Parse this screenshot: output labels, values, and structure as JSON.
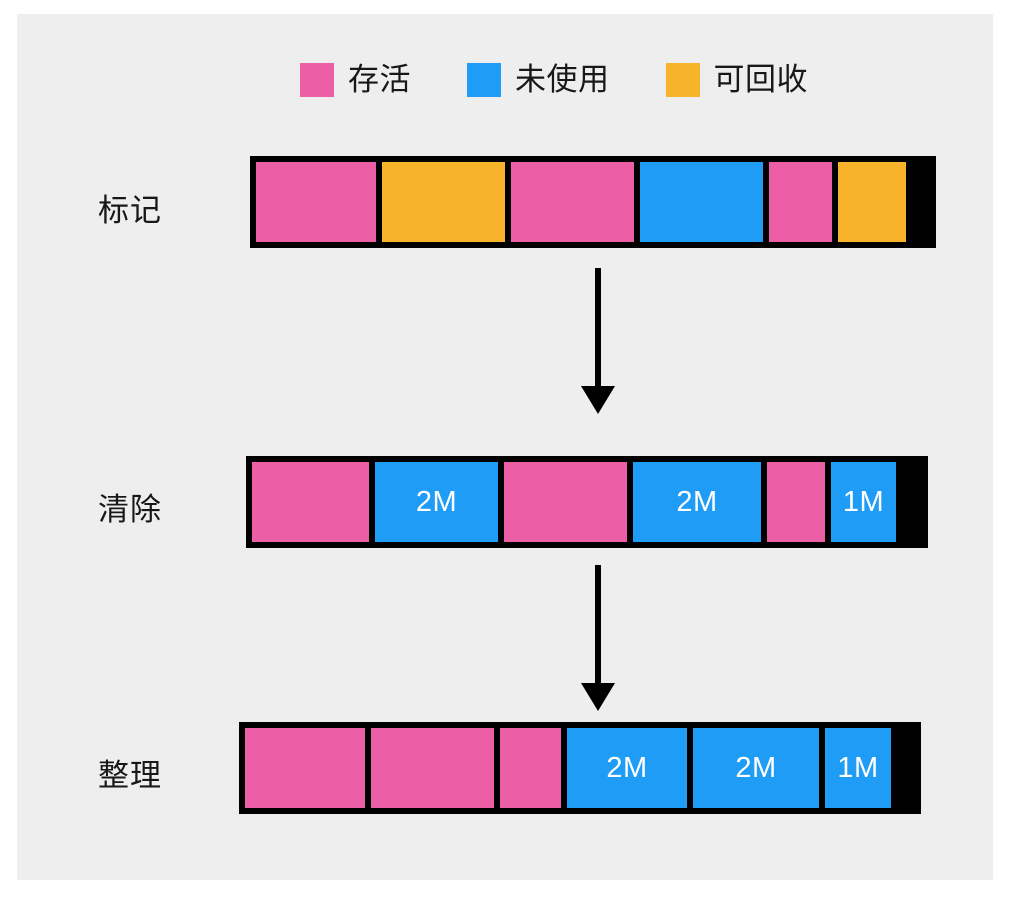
{
  "diagram": {
    "title": "GC Mark-Sweep-Compact Memory Diagram",
    "background_color": "#eeeeee",
    "border_color": "#000000"
  },
  "colors": {
    "live": "#ec5ea5",
    "unused": "#1f9cf5",
    "garbage": "#f7b42b",
    "border": "#000000",
    "panel": "#eeeeee",
    "text": "#17181a",
    "cell_text": "#ffffff"
  },
  "legend": {
    "items": [
      {
        "label": "存活",
        "color_key": "live",
        "color": "#ec5ea5",
        "swatch": "legend-swatch-live"
      },
      {
        "label": "未使用",
        "color_key": "unused",
        "color": "#1f9cf5",
        "swatch": "legend-swatch-unused"
      },
      {
        "label": "可回收",
        "color_key": "garbage",
        "color": "#f7b42b",
        "swatch": "legend-swatch-garbage"
      }
    ]
  },
  "rows": [
    {
      "label": "标记",
      "stage": "mark",
      "cells": [
        {
          "type": "live",
          "color": "#ec5ea5",
          "text": "",
          "width": 126
        },
        {
          "type": "garbage",
          "color": "#f7b42b",
          "text": "",
          "width": 129
        },
        {
          "type": "live",
          "color": "#ec5ea5",
          "text": "",
          "width": 129
        },
        {
          "type": "unused",
          "color": "#1f9cf5",
          "text": "",
          "width": 129
        },
        {
          "type": "live",
          "color": "#ec5ea5",
          "text": "",
          "width": 69
        },
        {
          "type": "garbage",
          "color": "#f7b42b",
          "text": "",
          "width": 67
        }
      ]
    },
    {
      "label": "清除",
      "stage": "sweep",
      "cells": [
        {
          "type": "live",
          "color": "#ec5ea5",
          "text": "",
          "width": 123
        },
        {
          "type": "unused",
          "color": "#1f9cf5",
          "text": "2M",
          "width": 129
        },
        {
          "type": "live",
          "color": "#ec5ea5",
          "text": "",
          "width": 129
        },
        {
          "type": "unused",
          "color": "#1f9cf5",
          "text": "2M",
          "width": 134
        },
        {
          "type": "live",
          "color": "#ec5ea5",
          "text": "",
          "width": 64
        },
        {
          "type": "unused",
          "color": "#1f9cf5",
          "text": "1M",
          "width": 64
        }
      ]
    },
    {
      "label": "整理",
      "stage": "compact",
      "cells": [
        {
          "type": "live",
          "color": "#ec5ea5",
          "text": "",
          "width": 126
        },
        {
          "type": "live",
          "color": "#ec5ea5",
          "text": "",
          "width": 129
        },
        {
          "type": "live",
          "color": "#ec5ea5",
          "text": "",
          "width": 67
        },
        {
          "type": "unused",
          "color": "#1f9cf5",
          "text": "2M",
          "width": 126
        },
        {
          "type": "unused",
          "color": "#1f9cf5",
          "text": "2M",
          "width": 132
        },
        {
          "type": "unused",
          "color": "#1f9cf5",
          "text": "1M",
          "width": 66
        }
      ]
    }
  ],
  "arrows": [
    {
      "name": "arrow-mark-to-sweep",
      "from": "标记",
      "to": "清除"
    },
    {
      "name": "arrow-sweep-to-compact",
      "from": "清除",
      "to": "整理"
    }
  ]
}
